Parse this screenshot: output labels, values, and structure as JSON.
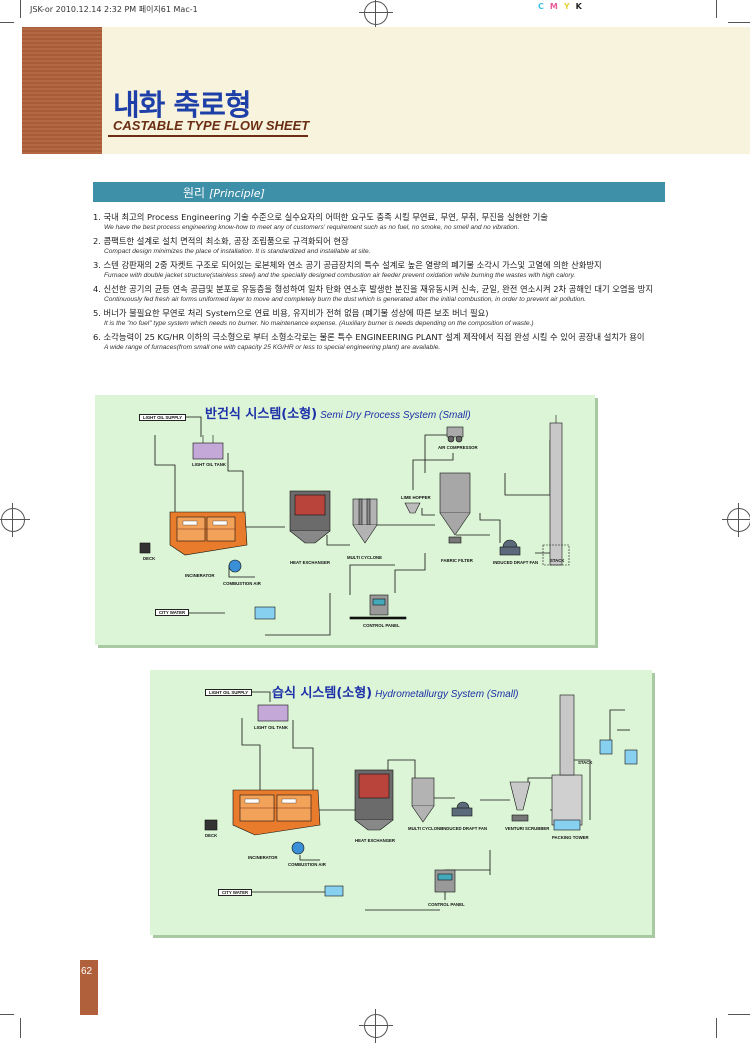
{
  "print_header": {
    "text": "JSK-or  2010.12.14 2:32 PM  페이지61  Mac-1",
    "cmyk": {
      "c": "C",
      "m": "M",
      "y": "Y",
      "k": "K"
    }
  },
  "title": {
    "ko": "내화 축로형",
    "en": "CASTABLE TYPE FLOW SHEET"
  },
  "section": {
    "ko": "원리",
    "en": "[Principle]"
  },
  "items": [
    {
      "ko": "1. 국내 최고의 Process Engineering 기술 수준으로 실수요자의 어떠한 요구도 충족 시킬 무연료, 무연, 무취, 무진을 실현한 기술",
      "en": "We have the best process engineering know-how to meet any of customers' requirement such as no fuel, no smoke, no smell and no vibration."
    },
    {
      "ko": "2. 콤팩트한 설계로 설치 면적의 최소화, 공장 조립품으로 규격화되어 현장",
      "en": "Compact design minimizes the place of installation.  It is standardized and installable at site."
    },
    {
      "ko": "3. 스텐 강판재의 2중 자켓트 구조로 되어있는 로본체와 연소 공기 공급장치의 특수 설계로 높은 열량의 폐기물 소각시 가스및 고열에 의한 산화방지",
      "en": "Furnace with double jacket structure(stainless steel) and the specially designed combustion air feeder prevent oxidation while burning the wastes with high calory."
    },
    {
      "ko": "4. 신선한 공기의 균등 연속 공급및 분포로 유동층을 형성하여 일차 탄화 연소후 발생한 분진을 재유동시켜 신속, 균일, 완전 연소시켜 2차 공해인 대기 오염을 방지",
      "en": "Continuously fed fresh air forms uniformed layer to move and completely burn the dust which is generated after the initial combustion, in order to prevent air pollution."
    },
    {
      "ko": "5. 버너가 불필요한 무연로 처리 System으로 연료 비용, 유지비가 전혀 없음 (폐기물 성상에 따른 보조 버너 필요)",
      "en": "It is the \"no fuel\" type system which needs no burner. No maintenance expense. (Auxiliary burner is needs depending on the composition of waste.)"
    },
    {
      "ko": "6. 소각능력이 25 KG/HR 이하의 극소형으로 부터 소형소각로는 물론 특수 ENGINEERING PLANT 설계 제작에서 직접 완성 시킬 수 있어 공장내 설치가 용이",
      "en": "A wide range of furnaces(from small one with capacity 25 KG/HR or less to special engineering plant) are available."
    }
  ],
  "diagram_semi": {
    "title_ko": "반건식 시스템(소형)",
    "title_en": "Semi Dry Process System (Small)",
    "labels": {
      "light_oil_supply": "LIGHT OIL SUPPLY",
      "light_oil_tank": "LIGHT OIL TANK",
      "incinerator": "INCINERATOR",
      "deck": "DECK",
      "combustion_air": "COMBUSTION AIR",
      "heat_exchanger": "HEAT EXCHANGER",
      "multi_cyclone": "MULTI CYCLONE",
      "lime_hopper": "LIME HOPPER",
      "fabric_filter": "FABRIC FILTER",
      "air_compressor": "AIR COMPRESSOR",
      "induced_draft_fan": "INDUCED DRAFT FAN",
      "stack": "STACK",
      "city_water": "CITY WATER",
      "control_panel": "CONTROL PANEL"
    }
  },
  "diagram_wet": {
    "title_ko": "습식 시스템(소형)",
    "title_en": "Hydrometallurgy System (Small)",
    "labels": {
      "light_oil_supply": "LIGHT OIL SUPPLY",
      "light_oil_tank": "LIGHT OIL TANK",
      "incinerator": "INCINERATOR",
      "deck": "DECK",
      "combustion_air": "COMBUSTION AIR",
      "heat_exchanger": "HEAT EXCHANGER",
      "multi_cyclone": "MULTI CYCLONE",
      "induced_draft_fan": "INDUCED DRAFT FAN",
      "venturi_scrubber": "VENTURI SCRUBBER",
      "packing_tower": "PACKING TOWER",
      "stack": "STACK",
      "city_water": "CITY WATER",
      "control_panel": "CONTROL PANEL"
    }
  },
  "page_number": "62"
}
